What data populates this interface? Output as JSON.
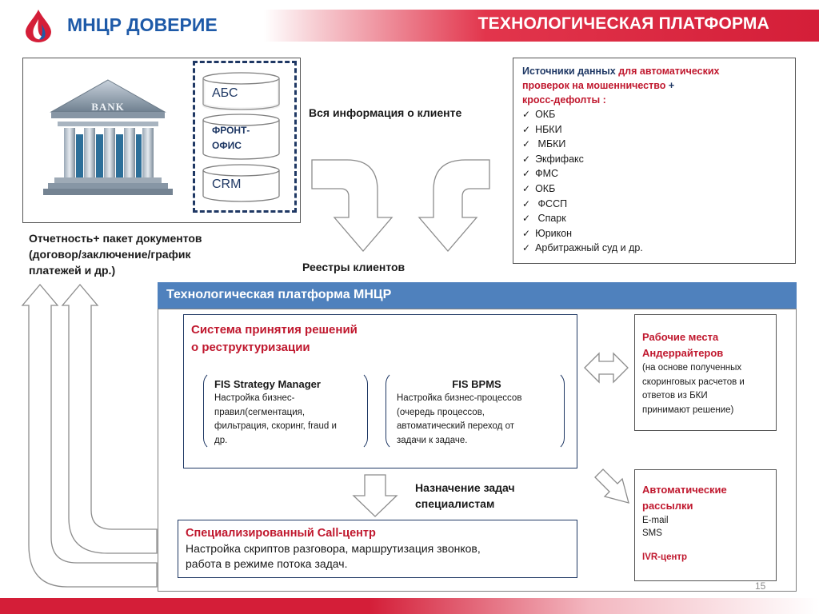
{
  "header": {
    "brand": "МНЦР ДОВЕРИЕ",
    "title": "ТЕХНОЛОГИЧЕСКАЯ ПЛАТФОРМА"
  },
  "bank": {
    "sign": "BANK",
    "systems": [
      "АБС",
      "ФРОНТ-",
      "ОФИС",
      "CRM"
    ]
  },
  "labels": {
    "all_info": "Вся информация  о клиенте",
    "reporting": [
      "Отчетность+ пакет документов",
      "(договор/заключение/график",
      "платежей и др.)"
    ],
    "registries": "Реестры клиентов",
    "assign": [
      "Назначение задач",
      "специалистам"
    ]
  },
  "sources": {
    "head_1a": "Источники данных ",
    "head_1b": "для автоматических",
    "head_2a": "проверок на мошенничество",
    "head_2b": " +",
    "head_3": "кросс-дефолты :",
    "items": [
      "ОКБ",
      "НБКИ",
      " МБКИ",
      "Экфифакс",
      "ФМС",
      "ОКБ",
      " ФССП",
      " Спарк",
      "Юрикон",
      "Арбитражный суд и др."
    ]
  },
  "platform": {
    "title": "Технологическая платформа МНЦР",
    "decision": {
      "title_1": "Система принятия решений",
      "title_2": "о реструктуризации",
      "fis_sm": {
        "title": "FIS Strategy Manager",
        "lines": [
          "Настройка бизнес-",
          "правил(сегментация,",
          "фильтрация, скоринг, fraud и",
          "др."
        ]
      },
      "fis_bpms": {
        "title": "FIS BPMS",
        "lines": [
          "Настройка бизнес-процессов",
          "(очередь процессов,",
          "автоматический переход от",
          "задачи к задаче."
        ]
      }
    },
    "underwriters": {
      "title_1": "Рабочие места",
      "title_2": "Андеррайтеров",
      "lines": [
        "(на основе полученных",
        "скоринговых расчетов и",
        "ответов из БКИ",
        "принимают решение)"
      ]
    },
    "mailings": {
      "title_1": "Автоматические",
      "title_2": "рассылки",
      "lines": [
        "E-mail",
        "SMS"
      ],
      "ivr": "IVR-центр"
    },
    "callcenter": {
      "title": "Специализированный Call-центр",
      "line_1": "Настройка скриптов разговора, маршрутизация звонков,",
      "line_2": "работа в режиме потока задач."
    }
  },
  "page_number": "15",
  "colors": {
    "brand_blue": "#1e5aa8",
    "header_red": "#d41e38",
    "accent_red": "#c0182e",
    "platform_blue": "#4f81bd",
    "navy": "#1f3864"
  }
}
